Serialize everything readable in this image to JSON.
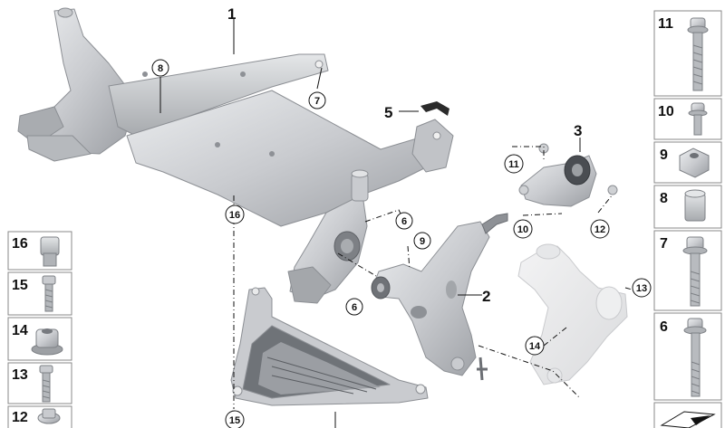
{
  "callouts": {
    "p1": "1",
    "p2": "2",
    "p3": "3",
    "p5": "5",
    "c6a": "6",
    "c6b": "6",
    "c7": "7",
    "c8": "8",
    "c9": "9",
    "c10": "10",
    "c11": "11",
    "c12": "12",
    "c13": "13",
    "c14": "14",
    "c15": "15",
    "c16": "16"
  },
  "left_parts": [
    "16",
    "15",
    "14",
    "13",
    "12"
  ],
  "right_parts": [
    "11",
    "10",
    "9",
    "8",
    "7",
    "6"
  ],
  "colors": {
    "part_light": "#dcdde0",
    "part_mid": "#b9bbbf",
    "part_dark": "#8e9196",
    "cell_border": "#888888",
    "ink": "#111111"
  },
  "icons": [
    "bolt-icon",
    "nut-icon",
    "square-nut-icon",
    "sleeve-icon",
    "flange-nut-icon",
    "hex-bolt-icon",
    "hint-wedge-icon"
  ]
}
